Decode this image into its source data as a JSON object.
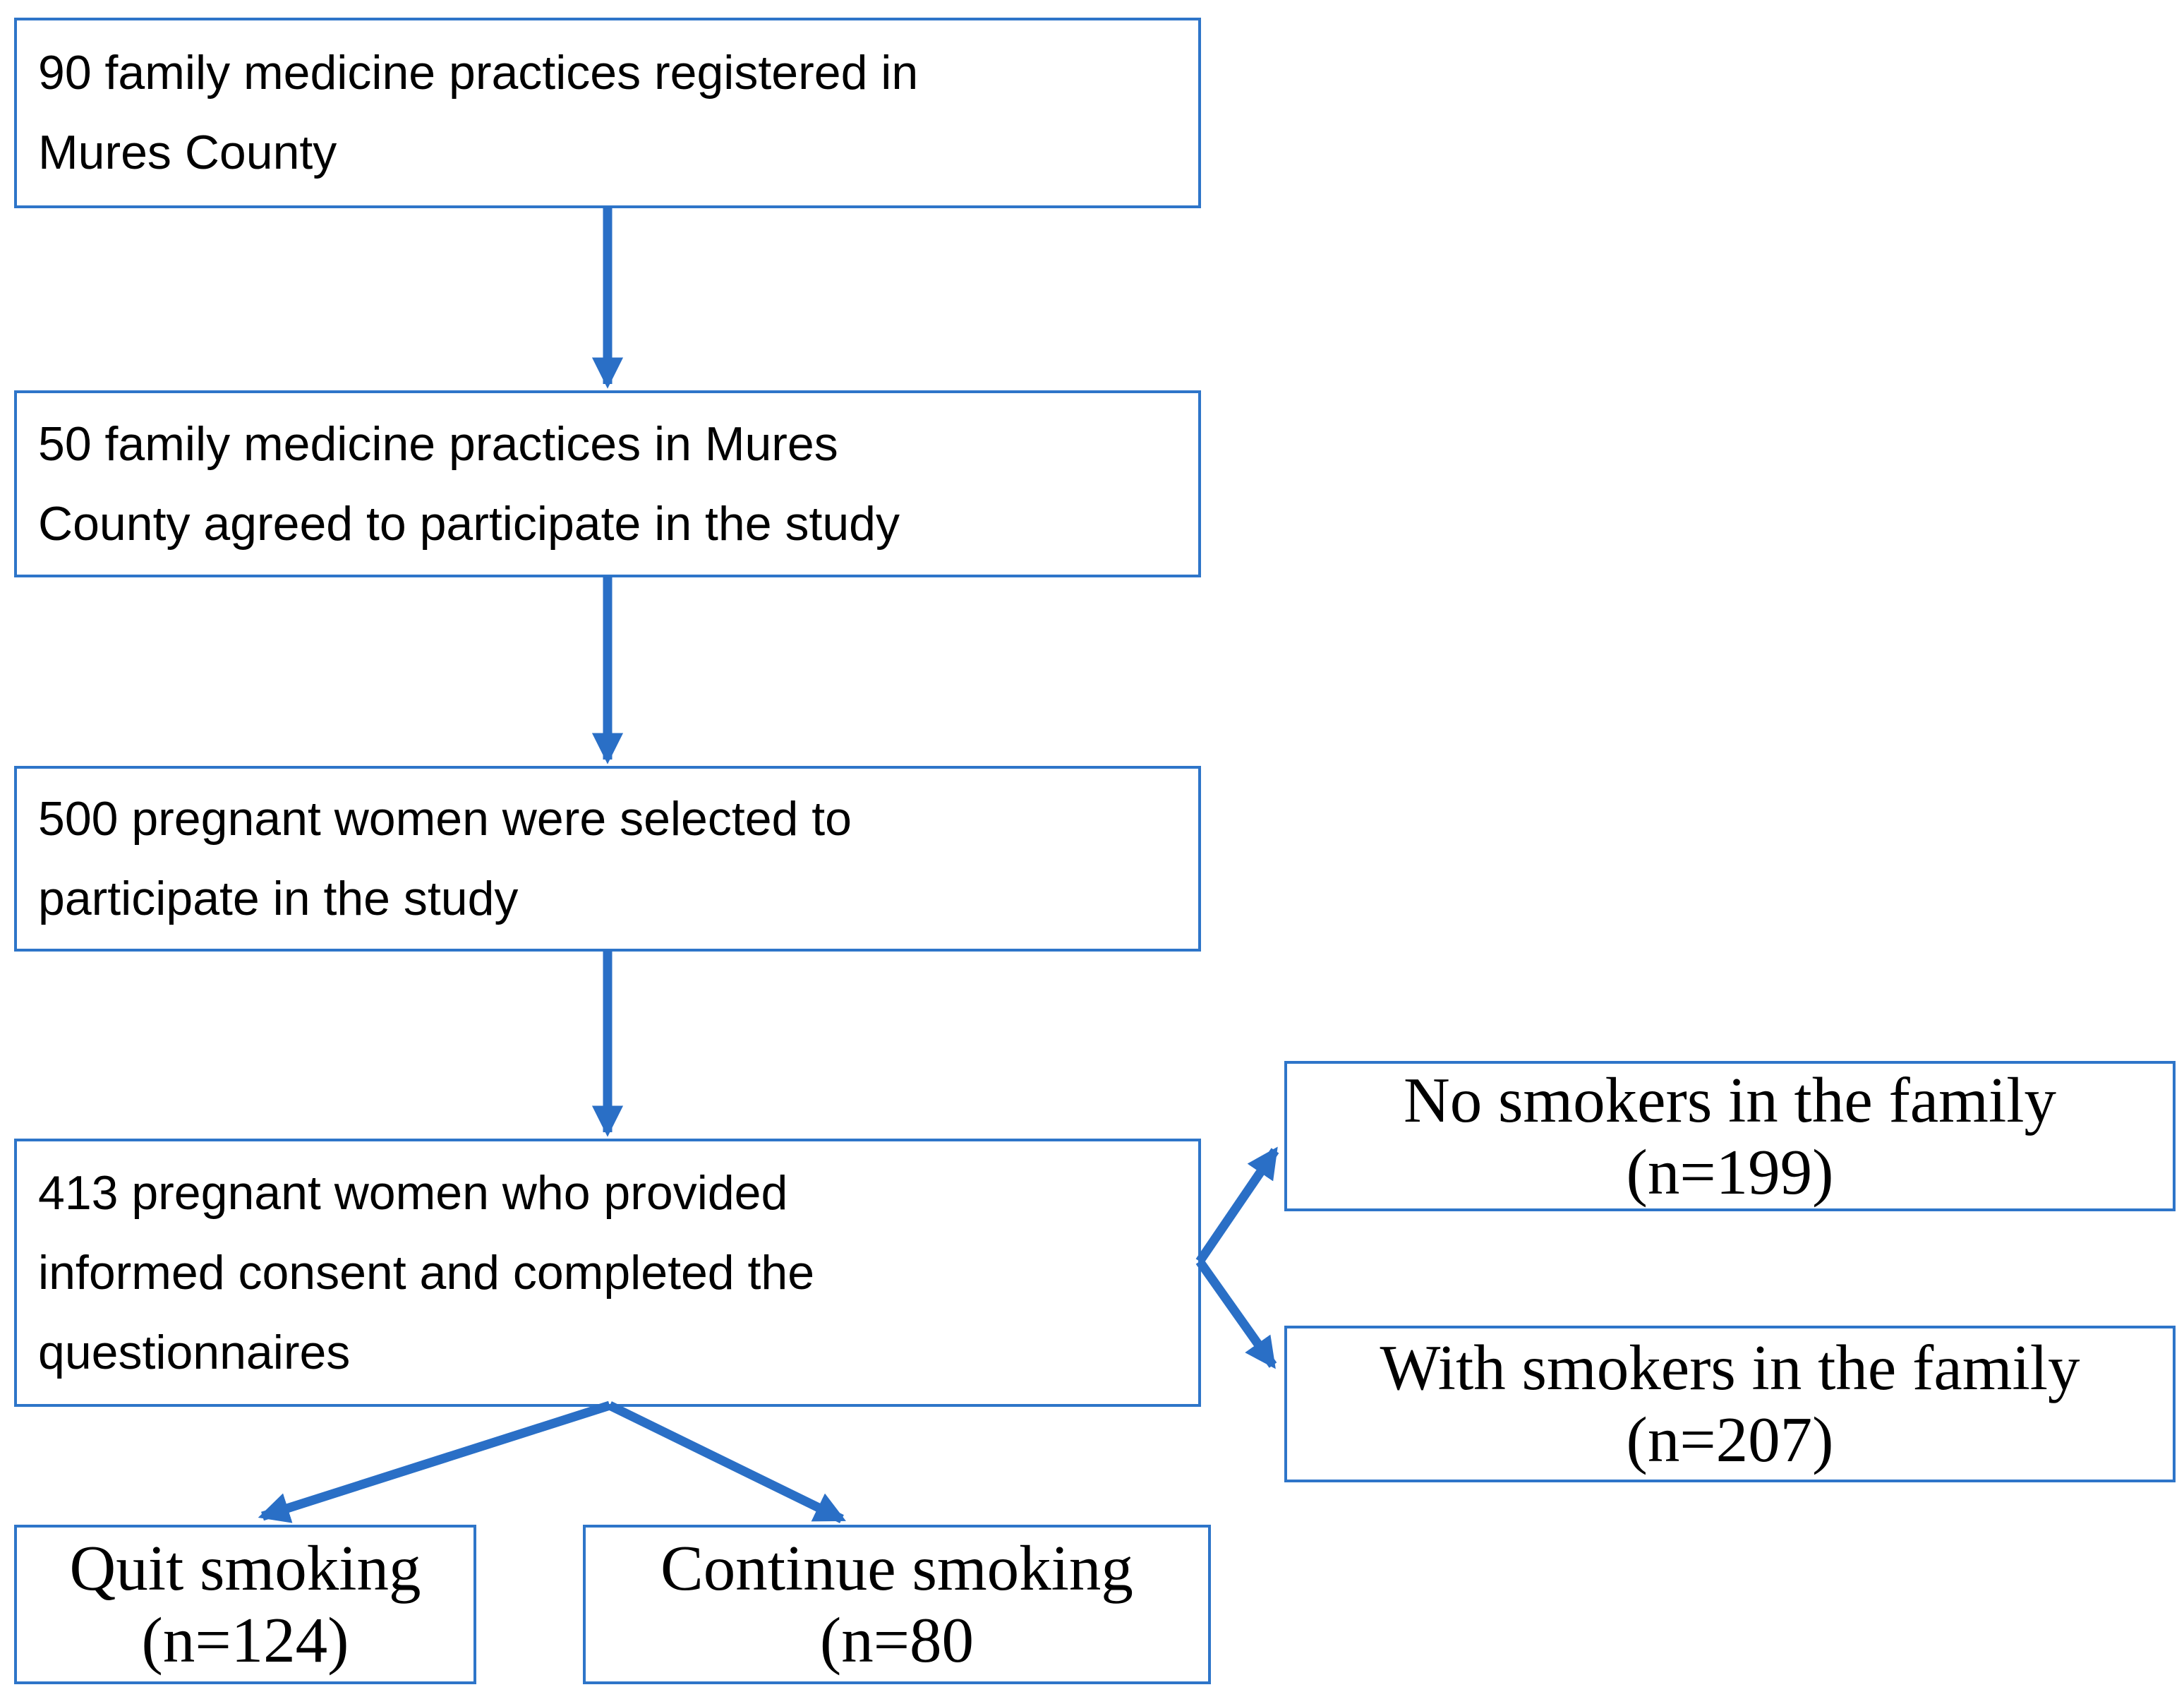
{
  "figure": {
    "type": "study-flow-diagram",
    "colors": {
      "box_border": "#2e75c9",
      "arrow": "#2a6fc6",
      "text": "#000000",
      "background": "#ffffff"
    },
    "nodes": [
      {
        "id": "registered-practices",
        "text": "90 family medicine practices registered in\nMures County"
      },
      {
        "id": "agreed-practices",
        "text": "50 family medicine practices in Mures\nCounty agreed to participate in the study"
      },
      {
        "id": "selected-women",
        "text": "500 pregnant women were selected to\nparticipate in the study"
      },
      {
        "id": "consented-women",
        "text": "413 pregnant women who provided\ninformed consent and completed the\nquestionnaires"
      },
      {
        "id": "no-smokers",
        "text": "No smokers in the family\n(n=199)"
      },
      {
        "id": "with-smokers",
        "text": "With smokers in the family\n(n=207)"
      },
      {
        "id": "quit-smoking",
        "text": "Quit smoking\n(n=124)"
      },
      {
        "id": "continue-smoking",
        "text": "Continue smoking\n(n=80"
      }
    ],
    "edges": [
      {
        "from": "registered-practices",
        "to": "agreed-practices"
      },
      {
        "from": "agreed-practices",
        "to": "selected-women"
      },
      {
        "from": "selected-women",
        "to": "consented-women"
      },
      {
        "from": "consented-women",
        "to": "no-smokers"
      },
      {
        "from": "consented-women",
        "to": "with-smokers"
      },
      {
        "from": "consented-women",
        "to": "quit-smoking"
      },
      {
        "from": "consented-women",
        "to": "continue-smoking"
      }
    ]
  }
}
